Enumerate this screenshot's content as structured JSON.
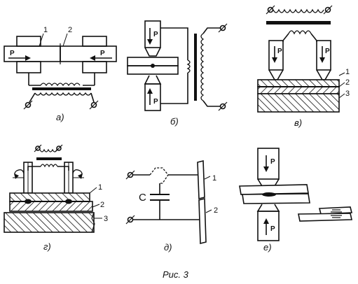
{
  "figure_caption": "Рис. 3",
  "force_label": "P",
  "capacitor_label": "C",
  "panels": {
    "a": {
      "label": "а)",
      "part_labels": [
        "1",
        "2"
      ]
    },
    "b": {
      "label": "б)"
    },
    "v": {
      "label": "в)",
      "part_labels": [
        "1",
        "2",
        "3"
      ]
    },
    "g": {
      "label": "г)",
      "part_labels": [
        "1",
        "2",
        "3"
      ]
    },
    "d": {
      "label": "д)",
      "part_labels": [
        "1",
        "2"
      ]
    },
    "e": {
      "label": "е)"
    }
  }
}
